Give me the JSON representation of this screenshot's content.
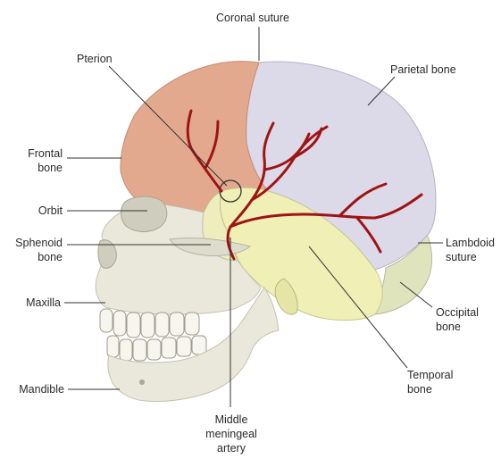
{
  "diagram": {
    "labels": {
      "coronal_suture": "Coronal suture",
      "pterion": "Pterion",
      "parietal_bone": "Parietal bone",
      "frontal_bone": [
        "Frontal",
        "bone"
      ],
      "orbit": "Orbit",
      "sphenoid_bone": [
        "Sphenoid",
        "bone"
      ],
      "maxilla": "Maxilla",
      "mandible": "Mandible",
      "lambdoid_suture": [
        "Lambdoid",
        "suture"
      ],
      "occipital_bone": [
        "Occipital",
        "bone"
      ],
      "temporal_bone": [
        "Temporal",
        "bone"
      ],
      "middle_meningeal_artery": [
        "Middle",
        "meningeal",
        "artery"
      ]
    },
    "colors": {
      "frontal": "#e3a98e",
      "parietal": "#dcd9e8",
      "temporal": "#f0efb6",
      "occipital": "#dfe4bd",
      "face_bone": "#e9e8da",
      "bone_shadow": "#cfcdbd",
      "artery": "#9e1414",
      "leader": "#333333"
    }
  }
}
